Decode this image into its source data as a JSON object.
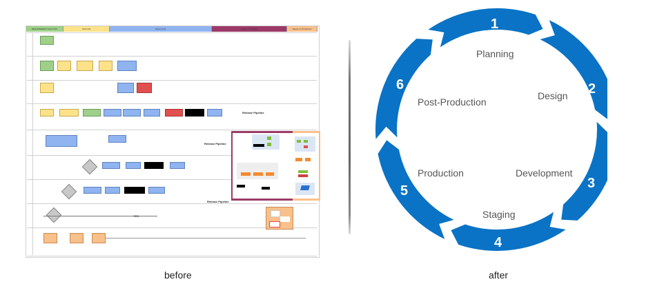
{
  "before_diagram": {
    "phases": [
      {
        "label": "REQUIREMENT ANALYSIS",
        "color": "#9fd08a"
      },
      {
        "label": "Sprint [0]",
        "color": "#fde28a"
      },
      {
        "label": "Sprint [1-N]",
        "color": "#8fb4f0"
      },
      {
        "label": "Deploy to Staging",
        "color": "#9b3a66"
      },
      {
        "label": "Deploy to Production",
        "color": "#f8c08a"
      }
    ],
    "annotations": {
      "release_pipeline_1": "Release Pipeline",
      "release_pipeline_2": "Release Pipeline",
      "release_pipeline_3": "Release Pipeline",
      "yes_label": "YES"
    }
  },
  "after_diagram": {
    "accent_color": "#0a73c5",
    "stages": [
      {
        "number": "1",
        "label": "Planning"
      },
      {
        "number": "2",
        "label": "Design"
      },
      {
        "number": "3",
        "label": "Development"
      },
      {
        "number": "4",
        "label": "Staging"
      },
      {
        "number": "5",
        "label": "Production"
      },
      {
        "number": "6",
        "label": "Post-Production"
      }
    ]
  },
  "captions": {
    "before": "before",
    "after": "after"
  }
}
